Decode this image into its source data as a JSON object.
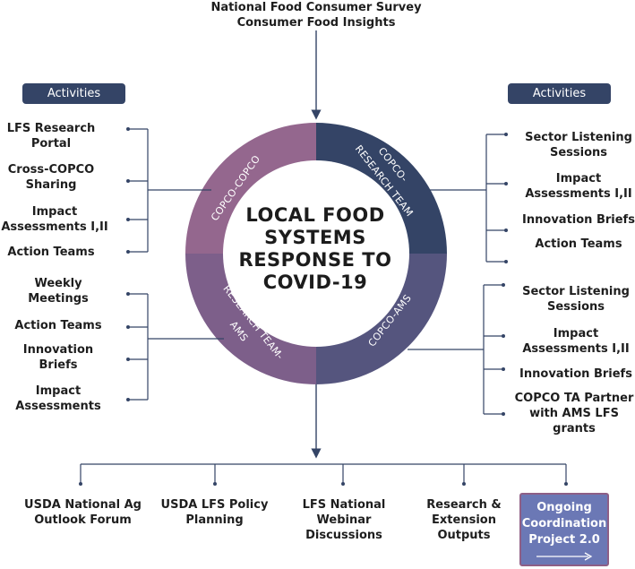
{
  "source": {
    "line1": "National Food Consumer Survey",
    "line2": "Consumer Food Insights"
  },
  "center": {
    "line1": "LOCAL FOOD",
    "line2": "SYSTEMS",
    "line3": "RESPONSE TO",
    "line4": "COVID-19"
  },
  "ring": {
    "top_left": "COPCO-COPCO",
    "top_right_1": "COPCO-",
    "top_right_2": "RESEARCH TEAM",
    "bottom_left_1": "RESEARCH TEAM-",
    "bottom_left_2": "AMS",
    "bottom_right": "COPCO-AMS",
    "colors": {
      "top_left": "#94678e",
      "top_right": "#344466",
      "bottom_left": "#7d5f8a",
      "bottom_right": "#55557e"
    }
  },
  "left_top": {
    "header": "Activities",
    "items": [
      [
        "LFS Research",
        "Portal"
      ],
      [
        "Cross-COPCO",
        "Sharing"
      ],
      [
        "Impact",
        "Assessments I,II"
      ],
      [
        "Action Teams"
      ]
    ]
  },
  "left_bottom": {
    "items": [
      [
        "Weekly",
        "Meetings"
      ],
      [
        "Action Teams"
      ],
      [
        "Innovation",
        "Briefs"
      ],
      [
        "Impact",
        "Assessments"
      ]
    ]
  },
  "right_top": {
    "header": "Activities",
    "items": [
      [
        "Sector Listening",
        "Sessions"
      ],
      [
        "Impact",
        "Assessments I,II"
      ],
      [
        "Innovation Briefs"
      ],
      [
        "Action Teams"
      ]
    ]
  },
  "right_bottom": {
    "items": [
      [
        "Sector Listening",
        "Sessions"
      ],
      [
        "Impact",
        "Assessments I,II"
      ],
      [
        "Innovation Briefs"
      ],
      [
        "COPCO TA Partner",
        "with AMS LFS",
        "grants"
      ]
    ]
  },
  "outputs": [
    [
      "USDA National Ag",
      "Outlook Forum"
    ],
    [
      "USDA LFS Policy",
      "Planning"
    ],
    [
      "LFS National",
      "Webinar",
      "Discussions"
    ],
    [
      "Research &",
      "Extension",
      "Outputs"
    ]
  ],
  "callout": {
    "line1": "Ongoing",
    "line2": "Coordination",
    "line3": "Project 2.0",
    "arrow_icon": "right-arrow-icon"
  },
  "colors": {
    "line": "#344466",
    "pill": "#344466",
    "callout_fill": "#6b78b5",
    "callout_border": "#8e5f86"
  }
}
